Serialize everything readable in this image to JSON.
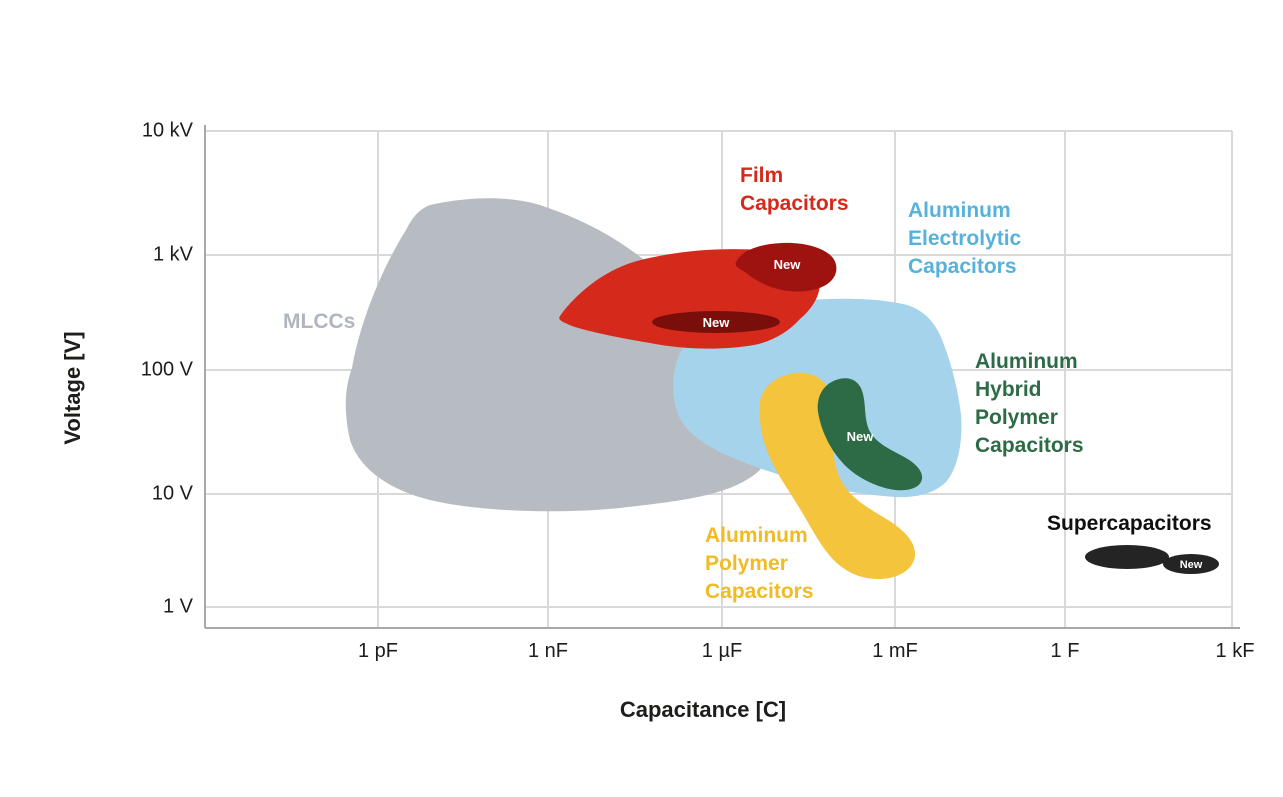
{
  "colors": {
    "grid": "#d9d9d9",
    "axis": "#a8a8a8",
    "tick_text": "#1d1d1b",
    "mlcc": "#b7bcc3",
    "mlcc_label": "#b0b6bd",
    "film": "#d5291c",
    "film_label": "#d5291c",
    "film_new": "#9e120f",
    "film_new_ellipse": "#7a0e0b",
    "electrolytic": "#a6d3ec",
    "electrolytic_label": "#56b2dd",
    "hybrid": "#2c6b45",
    "hybrid_label": "#2c6b45",
    "polymer": "#f3c43c",
    "polymer_label": "#f0bb25",
    "supercap": "#242424",
    "supercap_label": "#101010",
    "new_text": "#ffffff"
  },
  "axes": {
    "x_label": "Capacitance [C]",
    "y_label": "Voltage [V]",
    "x_ticks": [
      "1 pF",
      "1 nF",
      "1 µF",
      "1 mF",
      "1 F",
      "1 kF"
    ],
    "y_ticks": [
      "10 kV",
      "1 kV",
      "100 V",
      "10 V",
      "1 V"
    ]
  },
  "labels": {
    "mlcc": "MLCCs",
    "film": "Film\nCapacitors",
    "electrolytic": "Aluminum\nElectrolytic\nCapacitors",
    "hybrid": "Aluminum\nHybrid\nPolymer\nCapacitors",
    "polymer": "Aluminum\nPolymer\nCapacitors",
    "supercap": "Supercapacitors",
    "new": "New"
  },
  "chart_data": {
    "type": "area",
    "title": "",
    "xlabel": "Capacitance [C]",
    "ylabel": "Voltage [V]",
    "x_scale": "log",
    "y_scale": "log",
    "x_tick_labels": [
      "1 pF",
      "1 nF",
      "1 µF",
      "1 mF",
      "1 F",
      "1 kF"
    ],
    "y_tick_labels": [
      "10 kV",
      "1 kV",
      "100 V",
      "10 V",
      "1 V"
    ],
    "grid": true,
    "legend": "labels placed next to each region",
    "regions": [
      {
        "name": "MLCCs",
        "color": "#b7bcc3",
        "capacitance_range_approx": "0.3 pF – 10 µF",
        "voltage_range_approx": "7 V – 3 kV",
        "new_subregion": false
      },
      {
        "name": "Film Capacitors",
        "color": "#d5291c",
        "capacitance_range_approx": "2 nF – 80 µF",
        "voltage_range_approx": "150 V – 1.2 kV",
        "new_subregion": true,
        "new_subregions_approx": [
          "30 µF – 80 µF at 600 V – 1.2 kV",
          "60 nF – 10 µF around 250 V"
        ]
      },
      {
        "name": "Aluminum Electrolytic Capacitors",
        "color": "#a6d3ec",
        "capacitance_range_approx": "0.15 µF – 15 mF",
        "voltage_range_approx": "9 V – 450 V",
        "new_subregion": false
      },
      {
        "name": "Aluminum Hybrid Polymer Capacitors",
        "color": "#2c6b45",
        "capacitance_range_approx": "40 µF – 3 mF",
        "voltage_range_approx": "11 V – 90 V",
        "new_subregion": true
      },
      {
        "name": "Aluminum Polymer Capacitors",
        "color": "#f3c43c",
        "capacitance_range_approx": "5 µF – 3 mF",
        "voltage_range_approx": "2 V – 100 V",
        "new_subregion": false
      },
      {
        "name": "Supercapacitors",
        "color": "#242424",
        "capacitance_range_approx": "2 F – 500 F",
        "voltage_range_approx": "2.5 V – 3 V",
        "new_subregion": true
      }
    ]
  }
}
